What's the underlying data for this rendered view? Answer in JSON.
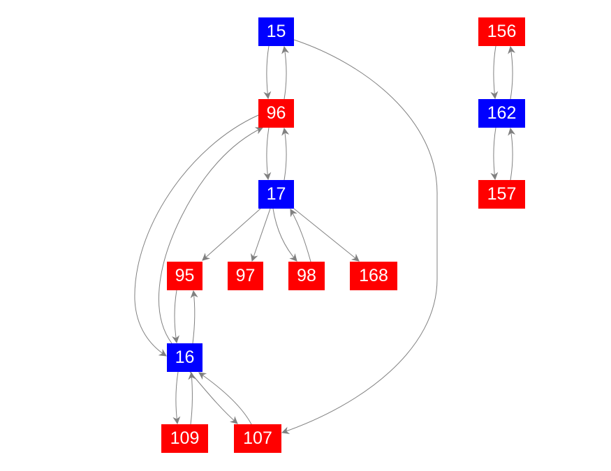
{
  "colors": {
    "red": "#ff0000",
    "blue": "#0000ff",
    "edge": "#808080"
  },
  "nodes": [
    {
      "id": "15",
      "color": "blue"
    },
    {
      "id": "96",
      "color": "red"
    },
    {
      "id": "17",
      "color": "blue"
    },
    {
      "id": "95",
      "color": "red"
    },
    {
      "id": "97",
      "color": "red"
    },
    {
      "id": "98",
      "color": "red"
    },
    {
      "id": "168",
      "color": "red"
    },
    {
      "id": "16",
      "color": "blue"
    },
    {
      "id": "109",
      "color": "red"
    },
    {
      "id": "107",
      "color": "red"
    },
    {
      "id": "156",
      "color": "red"
    },
    {
      "id": "162",
      "color": "blue"
    },
    {
      "id": "157",
      "color": "red"
    }
  ],
  "edges": [
    {
      "from": "15",
      "to": "96"
    },
    {
      "from": "96",
      "to": "15"
    },
    {
      "from": "96",
      "to": "17"
    },
    {
      "from": "17",
      "to": "96"
    },
    {
      "from": "96",
      "to": "16"
    },
    {
      "from": "16",
      "to": "96"
    },
    {
      "from": "15",
      "to": "107"
    },
    {
      "from": "17",
      "to": "95"
    },
    {
      "from": "17",
      "to": "97"
    },
    {
      "from": "17",
      "to": "98"
    },
    {
      "from": "98",
      "to": "17"
    },
    {
      "from": "17",
      "to": "168"
    },
    {
      "from": "95",
      "to": "16"
    },
    {
      "from": "16",
      "to": "95"
    },
    {
      "from": "16",
      "to": "109"
    },
    {
      "from": "109",
      "to": "16"
    },
    {
      "from": "16",
      "to": "107"
    },
    {
      "from": "107",
      "to": "16"
    },
    {
      "from": "156",
      "to": "162"
    },
    {
      "from": "162",
      "to": "156"
    },
    {
      "from": "162",
      "to": "157"
    },
    {
      "from": "157",
      "to": "162"
    }
  ]
}
